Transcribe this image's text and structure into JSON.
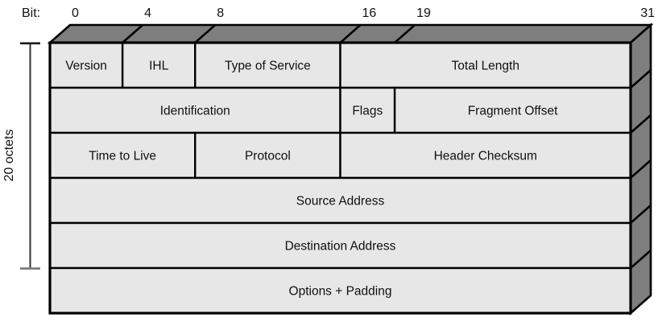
{
  "diagram": {
    "kind": "IPv4 header field layout",
    "bit_axis": {
      "label": "Bit:",
      "ticks": [
        {
          "label": "0",
          "bit": 0
        },
        {
          "label": "4",
          "bit": 4
        },
        {
          "label": "8",
          "bit": 8
        },
        {
          "label": "16",
          "bit": 16
        },
        {
          "label": "19",
          "bit": 19
        },
        {
          "label": "31",
          "bit": 31
        }
      ]
    },
    "side_label": "20 octets",
    "rows": [
      {
        "fields": [
          {
            "label": "Version",
            "start": 0,
            "end": 4
          },
          {
            "label": "IHL",
            "start": 4,
            "end": 8
          },
          {
            "label": "Type of Service",
            "start": 8,
            "end": 16
          },
          {
            "label": "Total Length",
            "start": 16,
            "end": 32
          }
        ]
      },
      {
        "fields": [
          {
            "label": "Identification",
            "start": 0,
            "end": 16
          },
          {
            "label": "Flags",
            "start": 16,
            "end": 19
          },
          {
            "label": "Fragment Offset",
            "start": 19,
            "end": 32
          }
        ]
      },
      {
        "fields": [
          {
            "label": "Time to Live",
            "start": 0,
            "end": 8
          },
          {
            "label": "Protocol",
            "start": 8,
            "end": 16
          },
          {
            "label": "Header Checksum",
            "start": 16,
            "end": 32
          }
        ]
      },
      {
        "fields": [
          {
            "label": "Source Address",
            "start": 0,
            "end": 32
          }
        ]
      },
      {
        "fields": [
          {
            "label": "Destination Address",
            "start": 0,
            "end": 32
          }
        ]
      },
      {
        "fields": [
          {
            "label": "Options + Padding",
            "start": 0,
            "end": 32
          }
        ]
      }
    ],
    "octet_bracket_rows": 5,
    "colors": {
      "cell_fill": "#e7e7e7",
      "band_fill": "#7e7e7e",
      "border": "#000000",
      "bracket": "#333333",
      "bracket_cap_bottom": "#777777"
    }
  }
}
